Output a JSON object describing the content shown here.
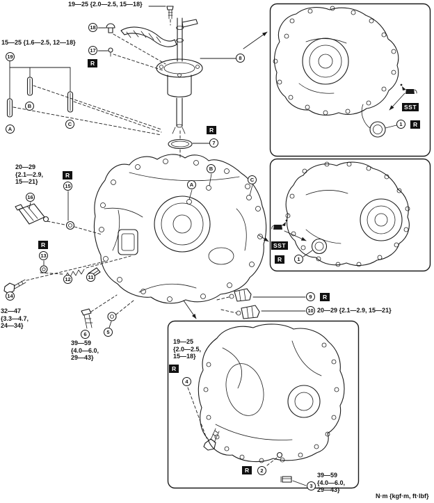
{
  "units_note": "N·m {kgf·m, ft·lbf}",
  "badges": {
    "replace": "R",
    "sst": "SST"
  },
  "torques": {
    "selector_bolt_inline": "19—25 {2.0—2.5, 15—18}",
    "pins_inline": "15—25 {1.6—2.5, 12—18}",
    "neutral_switch_block": "20—29\n{2.1—2.9,\n15—21}",
    "bolt14_block": "32—47\n{3.3—4.7,\n24—34}",
    "plug56_block": "39—59\n{4.0—6.0,\n29—43}",
    "switch10_inline": "20—29 {2.1—2.9, 15—21}",
    "bolt4_block": "19—25\n{2.0—2.5,\n15—18}",
    "plug3_block": "39—59\n{4.0—6.0,\n29—43}"
  },
  "callouts": {
    "n1": "1",
    "n2": "2",
    "n3": "3",
    "n4": "4",
    "n5": "5",
    "n6": "6",
    "n7": "7",
    "n8": "8",
    "n9": "9",
    "n10": "10",
    "n11": "11",
    "n12": "12",
    "n13": "13",
    "n14": "14",
    "n15": "15",
    "n16": "16",
    "n17": "17",
    "n18": "18",
    "n19": "19",
    "la": "A",
    "lb": "B",
    "lc": "C"
  }
}
